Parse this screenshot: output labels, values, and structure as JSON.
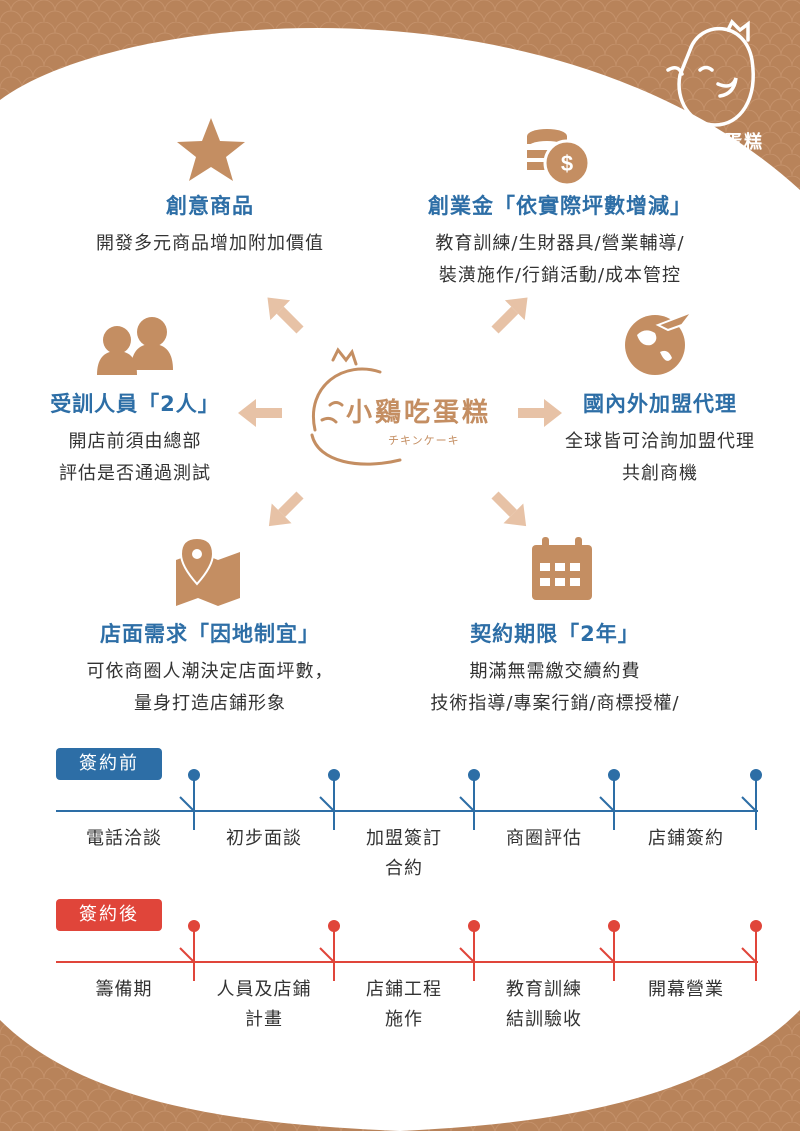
{
  "brand": {
    "name": "小鷄吃蛋糕",
    "sub": "チキンケーキ"
  },
  "colors": {
    "brown": "#b8835a",
    "blue": "#2d6ea6",
    "red": "#e0453a",
    "arrow": "#e7c2a6"
  },
  "features": [
    {
      "icon": "star-icon",
      "title": "創意商品",
      "lines": [
        "開發多元商品增加附加價值"
      ]
    },
    {
      "icon": "coins-dollar-icon",
      "title": "創業金「依實際坪數增減」",
      "lines": [
        "教育訓練/生財器具/營業輔導/",
        "裝潢施作/行銷活動/成本管控"
      ]
    },
    {
      "icon": "people-icon",
      "title": "受訓人員「2人」",
      "lines": [
        "開店前須由總部",
        "評估是否通過測試"
      ]
    },
    {
      "icon": "globe-plane-icon",
      "title": "國內外加盟代理",
      "lines": [
        "全球皆可洽詢加盟代理",
        "共創商機"
      ]
    },
    {
      "icon": "map-pin-icon",
      "title": "店面需求「因地制宜」",
      "lines": [
        "可依商圈人潮決定店面坪數，",
        "量身打造店鋪形象"
      ]
    },
    {
      "icon": "calendar-icon",
      "title": "契約期限「2年」",
      "lines": [
        "期滿無需繳交續約費",
        "技術指導/專案行銷/商標授權/"
      ]
    }
  ],
  "timeline_before": {
    "label": "簽約前",
    "steps": [
      [
        "電話洽談"
      ],
      [
        "初步面談"
      ],
      [
        "加盟簽訂",
        "合約"
      ],
      [
        "商圈評估"
      ],
      [
        "店鋪簽約"
      ]
    ]
  },
  "timeline_after": {
    "label": "簽約後",
    "steps": [
      [
        "籌備期"
      ],
      [
        "人員及店鋪",
        "計畫"
      ],
      [
        "店鋪工程",
        "施作"
      ],
      [
        "教育訓練",
        "結訓驗收"
      ],
      [
        "開幕營業"
      ]
    ]
  }
}
